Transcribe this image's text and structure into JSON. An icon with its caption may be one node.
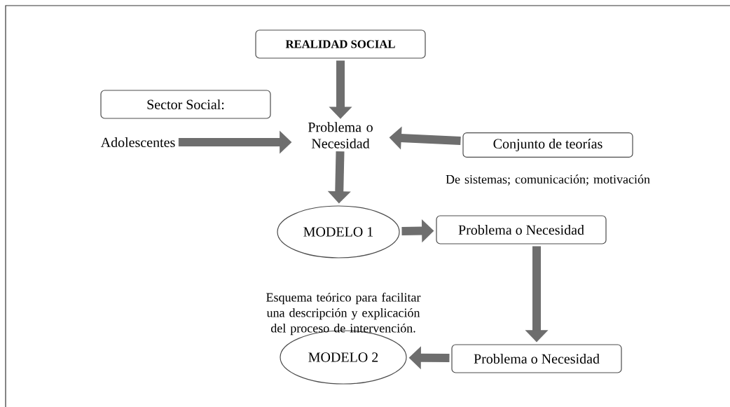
{
  "diagram": {
    "nodes": [
      {
        "text": [
          "REALIDAD SOCIAL"
        ]
      },
      {
        "text": [
          "Sector Social:"
        ]
      },
      {
        "text": [
          "Adolescentes"
        ]
      },
      {
        "text": [
          "Problema o Necesidad"
        ]
      },
      {
        "text": [
          "Conjunto de teorías"
        ],
        "beside": [
          "De sistemas; comunicación; motivación"
        ]
      },
      {
        "text": [
          "MODELO 1"
        ]
      },
      {
        "text": [
          "Problema o Necesidad"
        ]
      },
      {
        "text": [
          "Problema o Necesidad"
        ]
      },
      {
        "text": [
          "MODELO 2"
        ]
      }
    ],
    "edges": [
      {
        "from": 0,
        "to": 3,
        "arrow": "to"
      },
      {
        "from": 2,
        "to": 3,
        "arrow": "to"
      },
      {
        "from": 4,
        "to": 3,
        "arrow": "to"
      },
      {
        "from": 3,
        "to": 5,
        "arrow": "to"
      },
      {
        "from": 5,
        "to": 6,
        "arrow": "to"
      },
      {
        "from": 6,
        "to": 7,
        "arrow": "to"
      },
      {
        "from": 7,
        "to": 8,
        "arrow": "to"
      }
    ],
    "labels": [
      "Esquema teórico para facilitar una descripción y explicación del proceso de intervención."
    ]
  }
}
